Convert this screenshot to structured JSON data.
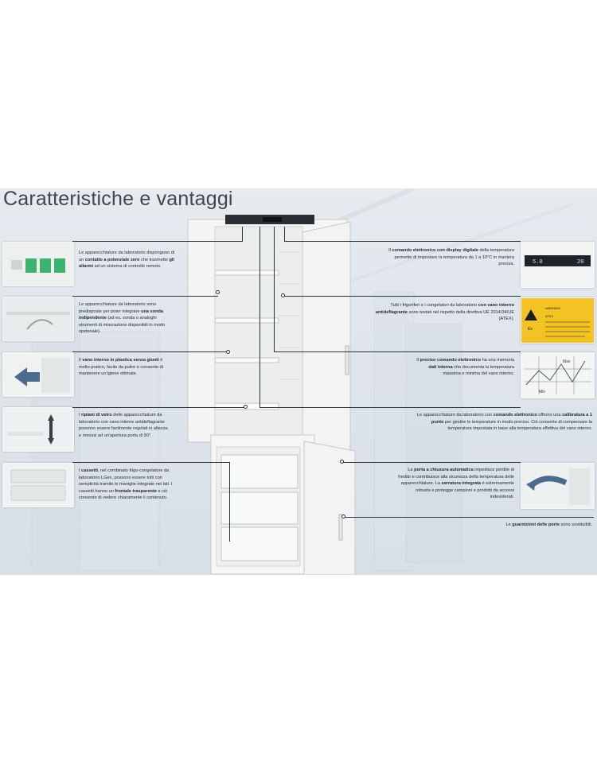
{
  "title": "Caratteristiche e vantaggi",
  "left_features": [
    {
      "pre": "Le apparecchiature da laboratorio dispongono di un ",
      "bold": "contatto a potenziale zero",
      "post": " che trasmette ",
      "bold2": "gli allarmi",
      "post2": " ad un sistema di controllo remoto."
    },
    {
      "pre": "Le apparecchiature da laboratorio sono predisposte per poter integrare ",
      "bold": "una sonda indipendente",
      "post": " (ad es. sonda o analoghi strumenti di misurazione disponibili in modo opzionale).",
      "bold2": "",
      "post2": ""
    },
    {
      "pre": "Il ",
      "bold": "vano interno in plastica senza giunti",
      "post": " è molto pratico, facile da pulire e consente di mantenere un'igiene ottimale.",
      "bold2": "",
      "post2": ""
    },
    {
      "pre": "I ",
      "bold": "ripiani di vetro",
      "post": " delle apparecchiature da laboratorio con vano interno antideflagrante possono essere facilmente regolati in altezza e rimossi ad un'apertura porta di 90°.",
      "bold2": "",
      "post2": ""
    },
    {
      "pre": "I ",
      "bold": "cassetti",
      "post": ", nel combinato frigo-congelatore da laboratorio LGex, possono essere tolti con semplicità tramite le maniglie integrate nei lati. I cassetti hanno un ",
      "bold2": "frontale trasparente",
      "post2": " e ciò consente di vedere chiaramente il contenuto."
    }
  ],
  "right_features": [
    {
      "pre": "Il ",
      "bold": "comando elettronico con display digitale",
      "post": " della temperatura permette di impostare la temperatura da 1 a 10°C in maniera precisa.",
      "bold2": "",
      "post2": ""
    },
    {
      "pre": "Tutti i frigoriferi e i congelatori da laboratorio ",
      "bold": "con vano interno antideflagrante",
      "post": " sono testati nel rispetto della direttiva UE 2014/34/UE (ATEX).",
      "bold2": "",
      "post2": ""
    },
    {
      "pre": "Il ",
      "bold": "preciso comando elettronico",
      "post": " ha una memoria ",
      "bold2": "dati interna",
      "post2": " che documenta la temperatura massima e minima del vano interno."
    },
    {
      "pre": "Le apparecchiature da laboratorio con ",
      "bold": "comando elettronico",
      "post": " offrono una ",
      "bold2": "calibratura a 1 punto",
      "post2": " per gestire le temperature in modo preciso. Ciò consente di compensare la temperatura impostata in base alla temperatura effettiva del vano interno."
    },
    {
      "pre": "La ",
      "bold": "porta a chiusura automatica",
      "post": " impedisce perdite di freddo e contribuisce alla sicurezza della temperatura delle apparecchiature. La ",
      "bold2": "serratura integrata",
      "post2": " è estremamente robusta e protegge campioni e prodotti da accessi indesiderati."
    },
    {
      "pre": "Le ",
      "bold": "guarnizioni delle porte",
      "post": " sono sostituibili.",
      "bold2": "",
      "post2": ""
    }
  ],
  "display_readout": {
    "a": "5.0",
    "b": "20"
  },
  "atex_label_lines": [
    "Ex",
    "WARNING",
    "ATEX"
  ],
  "chart_labels": {
    "max": "Max",
    "min": "Min"
  },
  "colors": {
    "accent_green": "#3cb371",
    "label_yellow": "#f3c324",
    "line": "#2c3440"
  }
}
